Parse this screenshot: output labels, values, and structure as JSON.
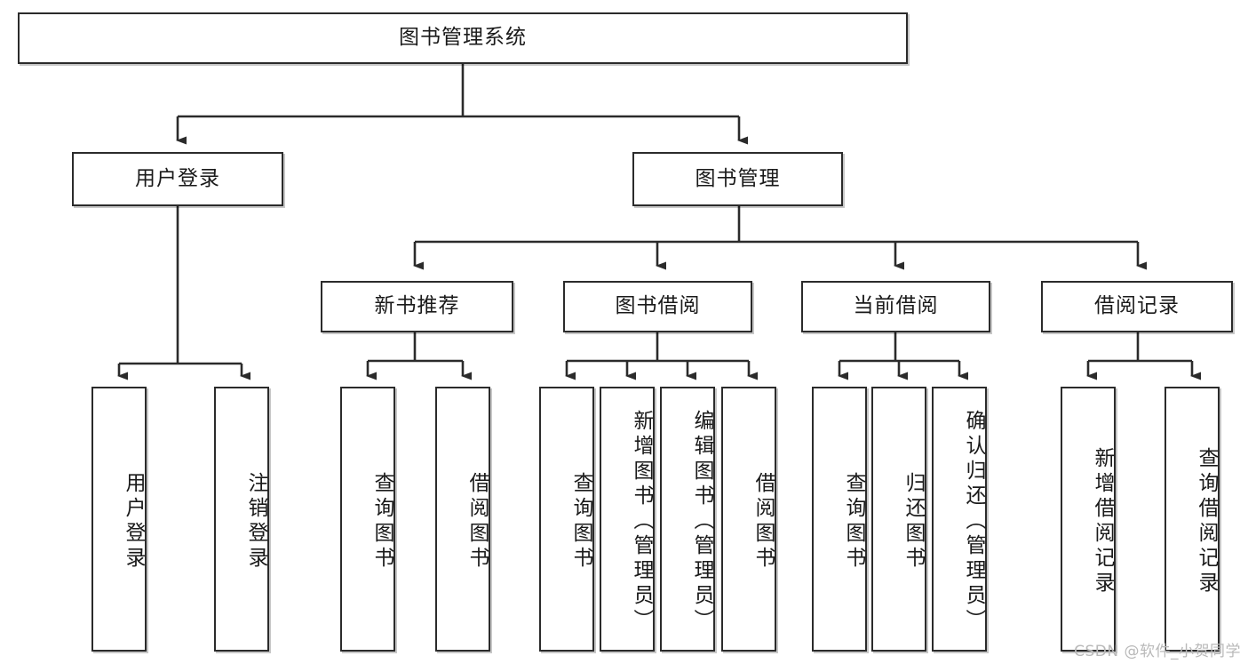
{
  "diagram": {
    "title": "图书管理系统",
    "watermark": "CSDN @软件_小贺同学",
    "line_color": "#2b2b2b",
    "node_fill": "#ffffff",
    "text_color": "#1a1a1a",
    "levels": {
      "root": {
        "label": "图书管理系统"
      },
      "level2": [
        {
          "label": "用户登录"
        },
        {
          "label": "图书管理"
        }
      ],
      "level3": [
        {
          "label": "新书推荐"
        },
        {
          "label": "图书借阅"
        },
        {
          "label": "当前借阅"
        },
        {
          "label": "借阅记录"
        }
      ],
      "leaves": {
        "user_login": [
          {
            "label": "用户登录"
          },
          {
            "label": "注销登录"
          }
        ],
        "new_book_recommend": [
          {
            "label": "查询图书"
          },
          {
            "label": "借阅图书"
          }
        ],
        "book_borrow": [
          {
            "label": "查询图书"
          },
          {
            "label": "新增图书（管理员）"
          },
          {
            "label": "编辑图书（管理员）"
          },
          {
            "label": "借阅图书"
          }
        ],
        "current_borrow": [
          {
            "label": "查询图书"
          },
          {
            "label": "归还图书"
          },
          {
            "label": "确认归还（管理员）"
          }
        ],
        "borrow_record": [
          {
            "label": "新增借阅记录"
          },
          {
            "label": "查询借阅记录"
          }
        ]
      }
    }
  }
}
